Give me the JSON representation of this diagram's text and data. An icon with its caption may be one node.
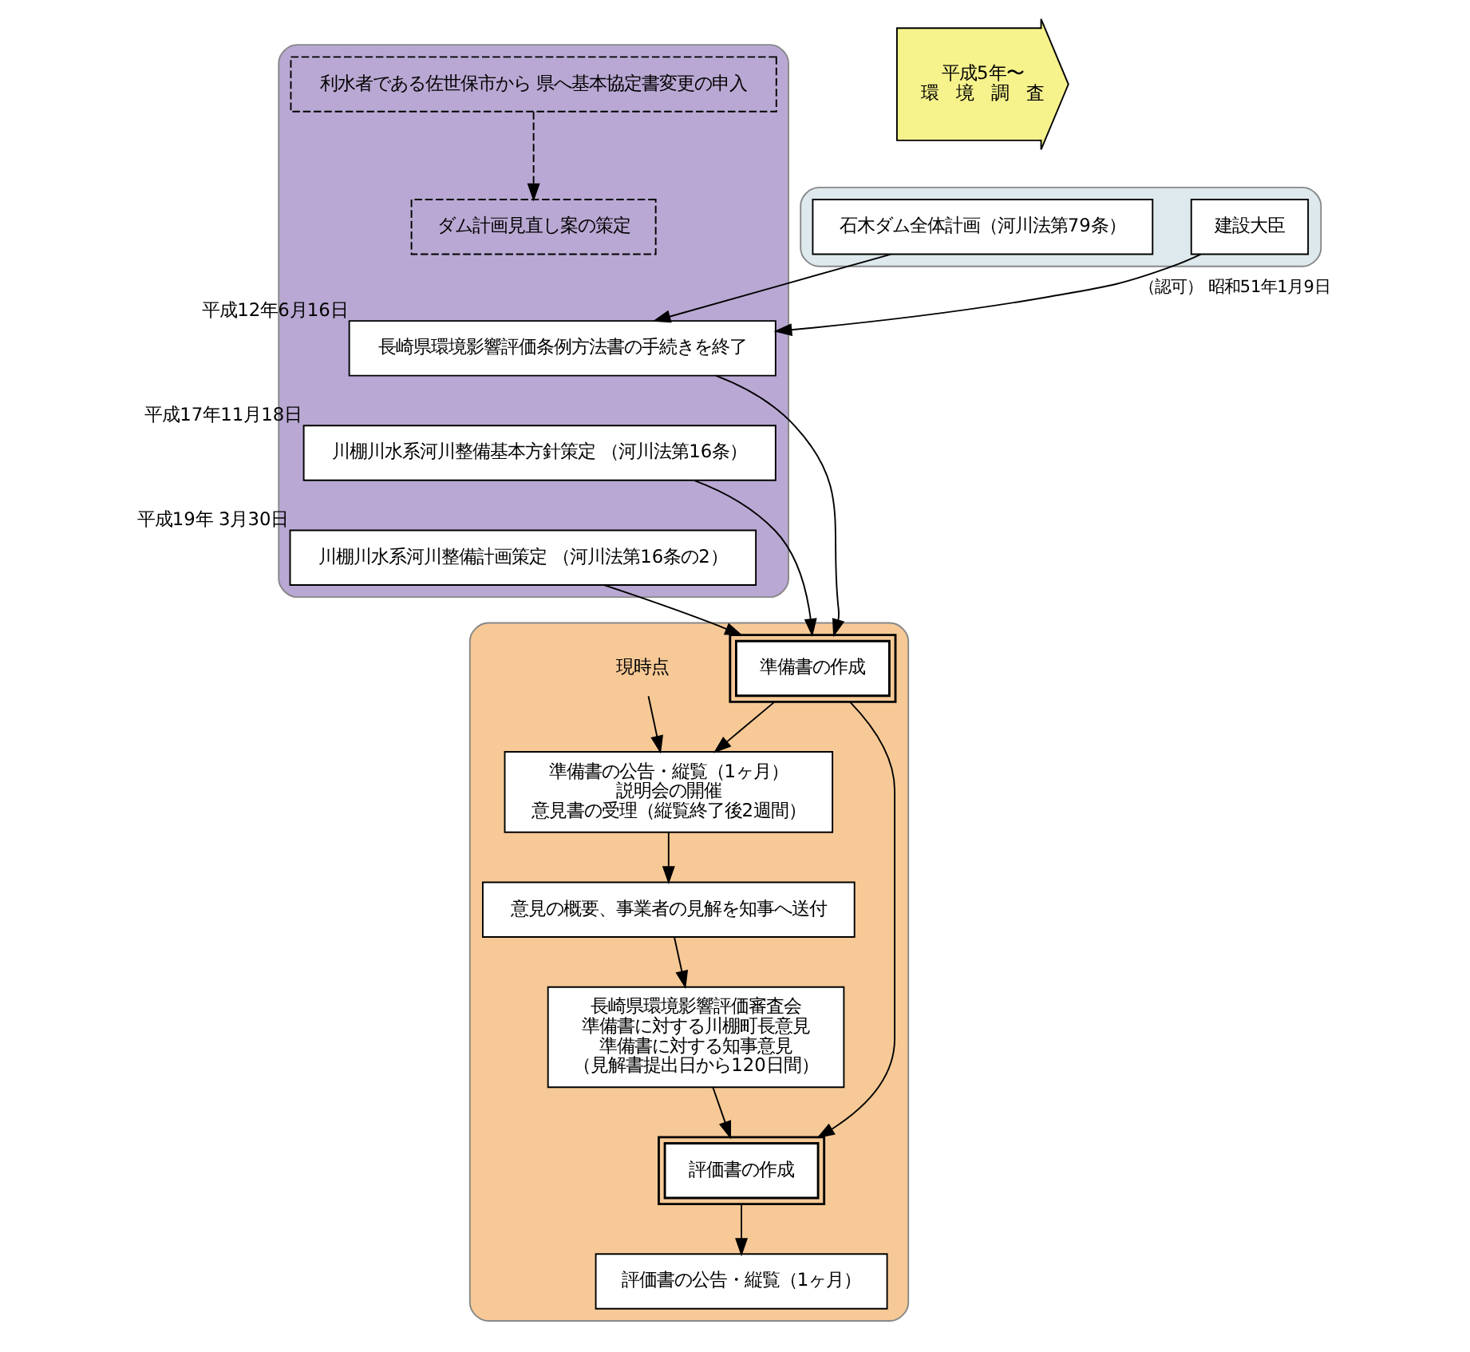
{
  "diagram": {
    "nodes": [
      {
        "text": [],
        "shape": "box"
      },
      {
        "text": [
          "石木ダム全体計画（河川法第79条）"
        ],
        "in": 0
      },
      {
        "text": [
          "建設大臣"
        ],
        "in": 0
      },
      {
        "text": [],
        "shape": "box"
      },
      {
        "text": [
          "長崎県環境影響評価条例方法書の手続きを終了"
        ],
        "in": 3,
        "beside": [
          "平成12年6月16日"
        ]
      },
      {
        "text": [
          "川棚川水系河川整備基本方針策定 （河川法第16条）"
        ],
        "in": 3,
        "beside": [
          "平成17年11月18日"
        ]
      },
      {
        "text": [
          "川棚川水系河川整備計画策定 （河川法第16条の2）"
        ],
        "in": 3,
        "beside": [
          "平成19年 3月30日"
        ]
      },
      {
        "text": [
          "利水者である佐世保市から 県へ基本協定書変更の申入"
        ],
        "in": 3
      },
      {
        "text": [
          "ダム計画見直し案の策定"
        ],
        "in": 3
      },
      {
        "text": [],
        "shape": "box"
      },
      {
        "text": [
          "準備書の作成"
        ],
        "in": 9
      },
      {
        "text": [
          "準備書の公告・縦覧（1ヶ月）",
          "説明会の開催",
          "意見書の受理（縦覧終了後2週間）"
        ],
        "in": 9
      },
      {
        "text": [
          "意見の概要、事業者の見解を知事へ送付"
        ],
        "in": 9
      },
      {
        "text": [
          "長崎県環境影響評価審査会",
          "準備書に対する川棚町長意見",
          "準備書に対する知事意見",
          "（見解書提出日から120日間）"
        ],
        "in": 9
      },
      {
        "text": [
          "評価書の作成"
        ],
        "in": 9
      },
      {
        "text": [
          "評価書の公告・縦覧（1ヶ月）"
        ],
        "in": 9
      },
      {
        "text": [
          "現時点"
        ],
        "in": 9
      },
      {
        "text": [
          "平成5年〜",
          "環　境　調　査"
        ]
      }
    ],
    "edges": [
      {
        "from": 1,
        "to": 4,
        "arrow": "to"
      },
      {
        "from": 2,
        "to": 4,
        "arrow": "to",
        "label": "（認可） 昭和51年1月9日"
      },
      {
        "from": 7,
        "to": 8,
        "arrow": "to",
        "style": "dashed"
      },
      {
        "from": 4,
        "to": 10,
        "arrow": "to"
      },
      {
        "from": 5,
        "to": 10,
        "arrow": "to"
      },
      {
        "from": 6,
        "to": 10,
        "arrow": "to"
      },
      {
        "from": 10,
        "to": 11,
        "arrow": "to"
      },
      {
        "from": 16,
        "to": 11,
        "arrow": "to"
      },
      {
        "from": 11,
        "to": 12,
        "arrow": "to"
      },
      {
        "from": 12,
        "to": 13,
        "arrow": "to"
      },
      {
        "from": 10,
        "to": 14,
        "arrow": "to"
      },
      {
        "from": 13,
        "to": 14,
        "arrow": "to"
      },
      {
        "from": 14,
        "to": 15,
        "arrow": "to"
      }
    ]
  }
}
